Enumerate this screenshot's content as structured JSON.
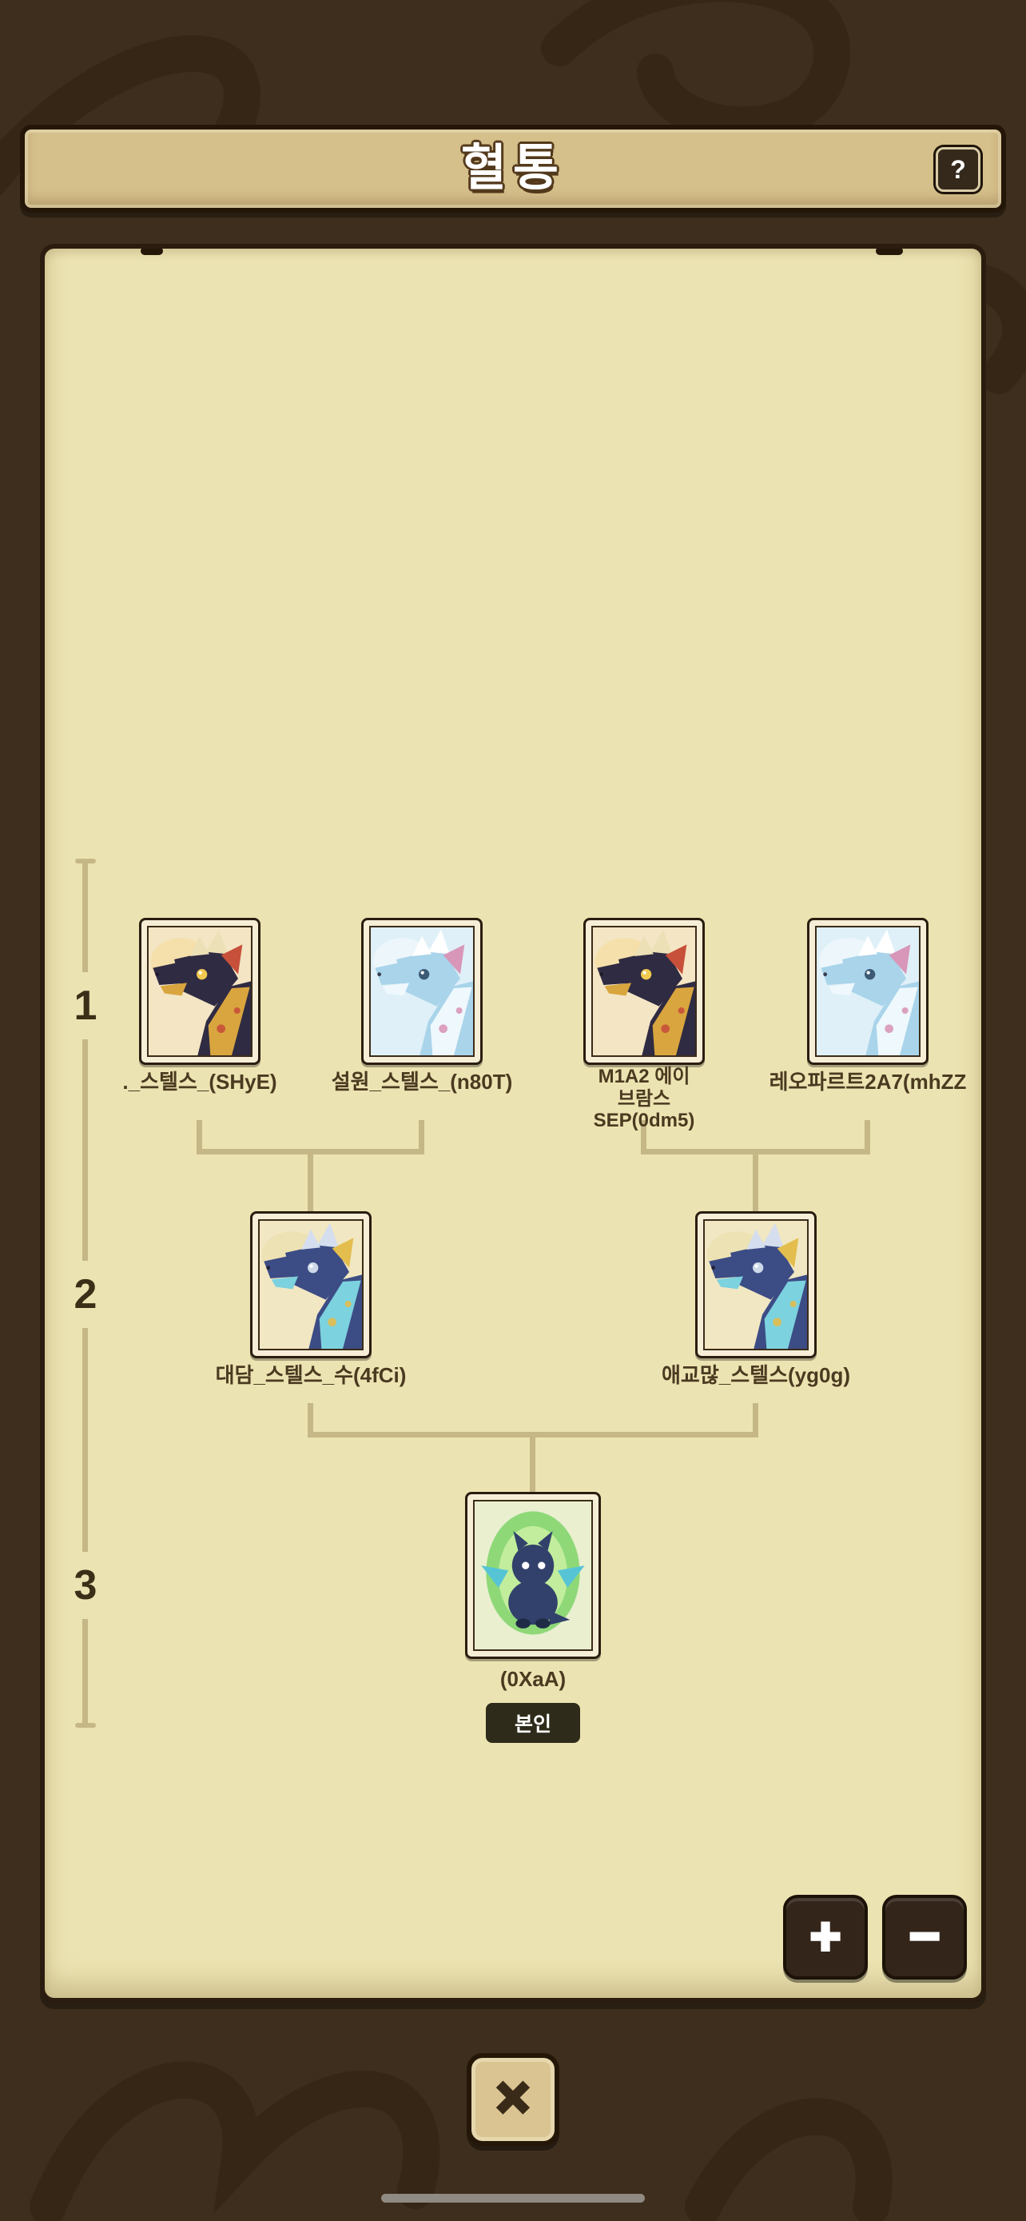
{
  "header": {
    "title": "혈통",
    "help_label": "?"
  },
  "timeline": {
    "gen1": "1",
    "gen2": "2",
    "gen3": "3"
  },
  "tree": {
    "gen1": [
      {
        "name": "._스텔스_(SHyE)"
      },
      {
        "name": "설원_스텔스_(n80T)"
      },
      {
        "name": "M1A2 에이브람스\nSEP(0dm5)"
      },
      {
        "name": "레오파르트2A7(mhZZ"
      }
    ],
    "gen2": [
      {
        "name": "대담_스텔스_수(4fCi)"
      },
      {
        "name": "애교많_스텔스(yg0g)"
      }
    ],
    "gen3": {
      "name": "(0XaA)",
      "badge": "본인"
    }
  },
  "controls": {
    "zoom_in": "+",
    "zoom_out": "−",
    "close": "✕"
  },
  "colors": {
    "background": "#3e2e1d",
    "header_bg": "#d5bf8a",
    "panel_bg": "#ece3b2",
    "connector": "#c6b786",
    "badge_bg": "#2e2b1a",
    "label_text": "#4a3a20"
  }
}
